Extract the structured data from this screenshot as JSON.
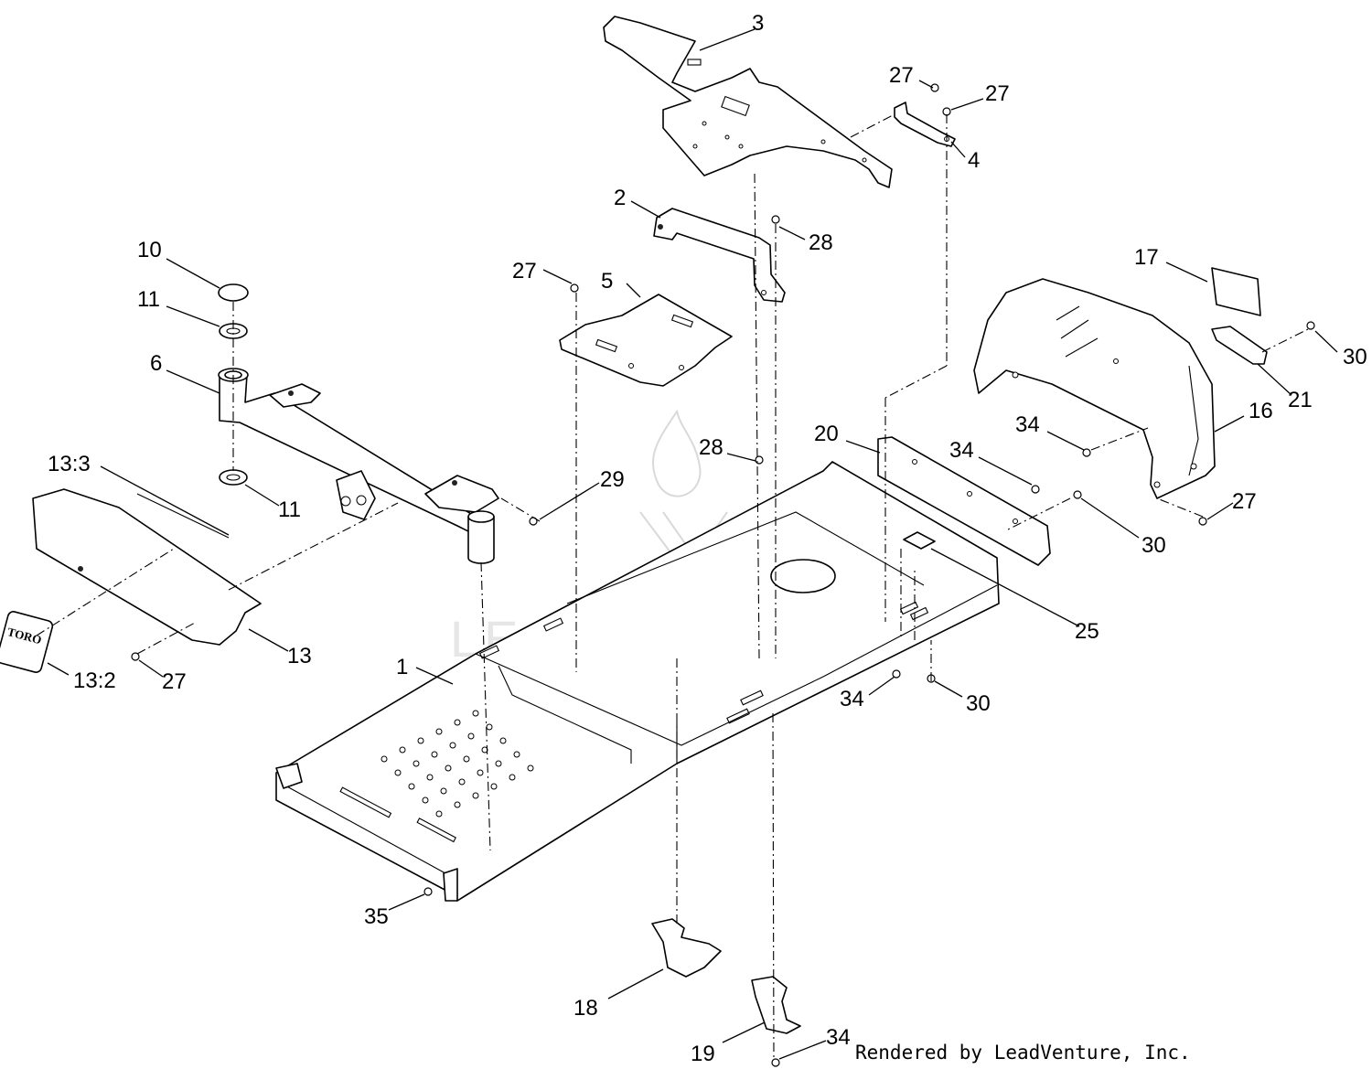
{
  "diagram": {
    "watermark": "LEADVENTURE",
    "credit": "Rendered by LeadVenture, Inc.",
    "decal_text": "TORO",
    "callouts": {
      "c1": "1",
      "c2": "2",
      "c3": "3",
      "c4": "4",
      "c5": "5",
      "c6": "6",
      "c10": "10",
      "c11a": "11",
      "c11b": "11",
      "c13": "13",
      "c13_2": "13:2",
      "c13_3": "13:3",
      "c16": "16",
      "c17": "17",
      "c18": "18",
      "c19": "19",
      "c20": "20",
      "c21": "21",
      "c25": "25",
      "c27a": "27",
      "c27b": "27",
      "c27c": "27",
      "c27d": "27",
      "c27e": "27",
      "c28a": "28",
      "c28b": "28",
      "c29": "29",
      "c30a": "30",
      "c30b": "30",
      "c30c": "30",
      "c34a": "34",
      "c34b": "34",
      "c34c": "34",
      "c34d": "34",
      "c35": "35"
    }
  }
}
